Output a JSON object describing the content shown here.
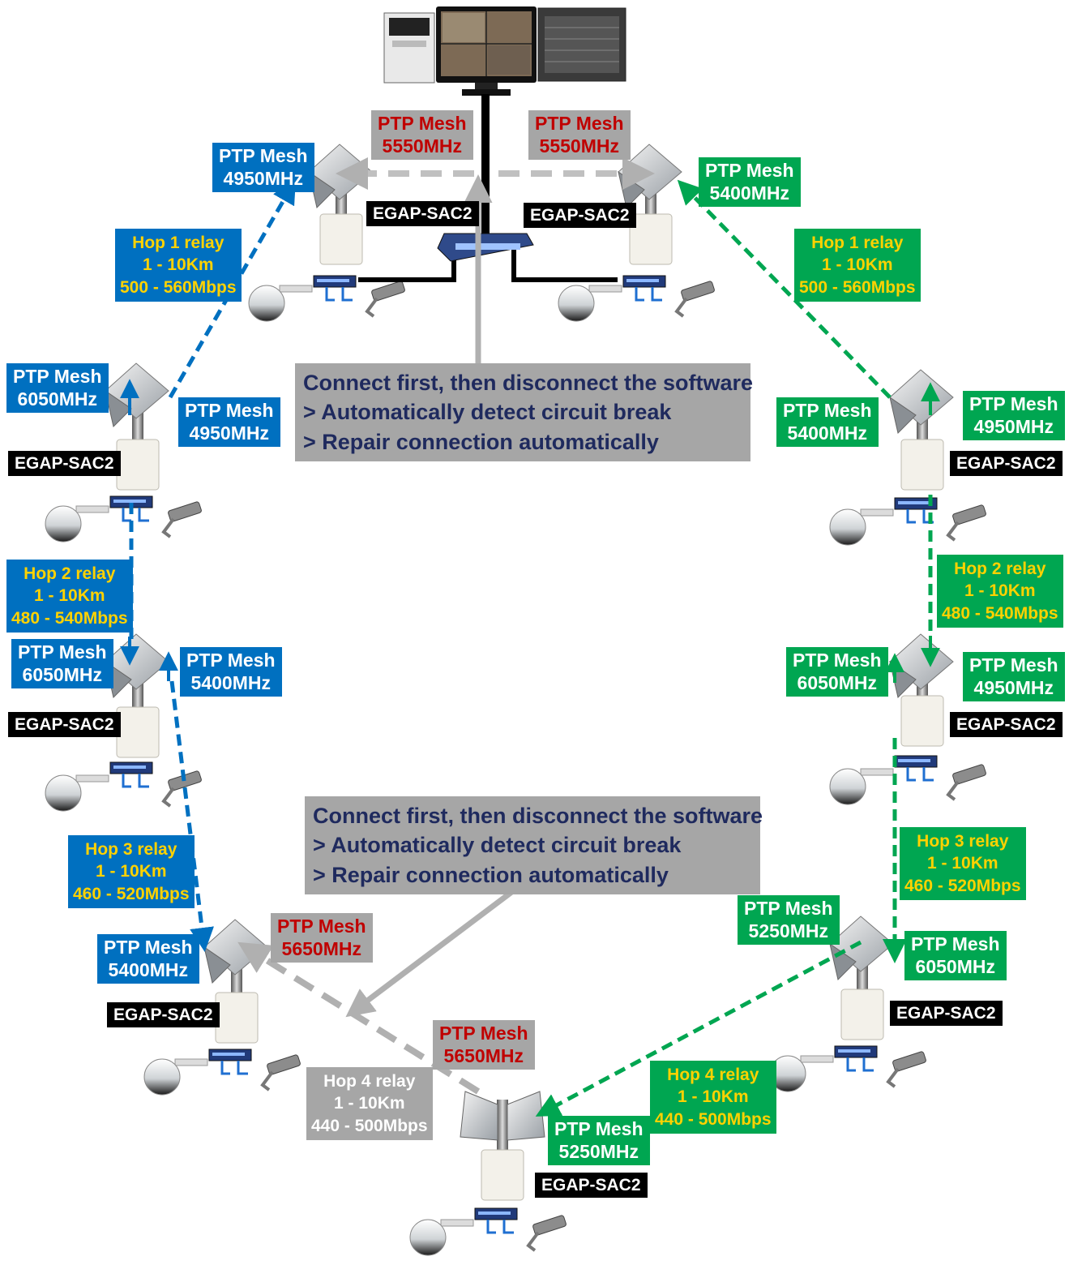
{
  "colors": {
    "blue": "#0070c0",
    "green": "#00a651",
    "grey": "#a6a6a6",
    "red": "#c00000",
    "yellow": "#ffd200",
    "note_text": "#1f2a5e"
  },
  "icons": [
    "computer-tower-icon",
    "monitor-icon",
    "rack-server-icon",
    "network-switch-icon",
    "panel-antenna-icon",
    "radio-unit-icon",
    "ptz-dome-camera-icon",
    "bullet-camera-icon",
    "link-arrow-icon"
  ],
  "freq": {
    "top_left_red": [
      "PTP Mesh",
      "5550MHz"
    ],
    "top_right_red": [
      "PTP Mesh",
      "5550MHz"
    ],
    "n1_blue": [
      "PTP Mesh",
      "4950MHz"
    ],
    "n1_green": [
      "PTP Mesh",
      "5400MHz"
    ],
    "l2_top": [
      "PTP Mesh",
      "6050MHz"
    ],
    "l2_right": [
      "PTP Mesh",
      "4950MHz"
    ],
    "r2_left": [
      "PTP Mesh",
      "5400MHz"
    ],
    "r2_top": [
      "PTP Mesh",
      "4950MHz"
    ],
    "l3_left": [
      "PTP Mesh",
      "6050MHz"
    ],
    "l3_right": [
      "PTP Mesh",
      "5400MHz"
    ],
    "r3_left": [
      "PTP Mesh",
      "6050MHz"
    ],
    "r3_right": [
      "PTP Mesh",
      "4950MHz"
    ],
    "l4_left": [
      "PTP Mesh",
      "5400MHz"
    ],
    "l4_red": [
      "PTP Mesh",
      "5650MHz"
    ],
    "r4_top": [
      "PTP Mesh",
      "5250MHz"
    ],
    "r4_right": [
      "PTP Mesh",
      "6050MHz"
    ],
    "b_red": [
      "PTP Mesh",
      "5650MHz"
    ],
    "b_green": [
      "PTP Mesh",
      "5250MHz"
    ]
  },
  "hops": {
    "left1": [
      "Hop 1 relay",
      "1 - 10Km",
      "500 - 560Mbps"
    ],
    "right1": [
      "Hop 1 relay",
      "1 - 10Km",
      "500 - 560Mbps"
    ],
    "left2": [
      "Hop 2 relay",
      "1 - 10Km",
      "480 - 540Mbps"
    ],
    "right2": [
      "Hop 2 relay",
      "1 - 10Km",
      "480 - 540Mbps"
    ],
    "left3": [
      "Hop 3 relay",
      "1 - 10Km",
      "460 - 520Mbps"
    ],
    "right3": [
      "Hop 3 relay",
      "1 - 10Km",
      "460 - 520Mbps"
    ],
    "bottom_grey": [
      "Hop 4 relay",
      "1 - 10Km",
      "440 - 500Mbps"
    ],
    "bottom_green": [
      "Hop 4 relay",
      "1 - 10Km",
      "440 - 500Mbps"
    ]
  },
  "device_label": "EGAP-SAC2",
  "notes": {
    "top": [
      "Connect first, then disconnect the software",
      "> Automatically detect circuit break",
      "> Repair connection automatically"
    ],
    "middle": [
      "Connect first, then disconnect the software",
      "> Automatically detect circuit break",
      "> Repair connection automatically"
    ]
  }
}
